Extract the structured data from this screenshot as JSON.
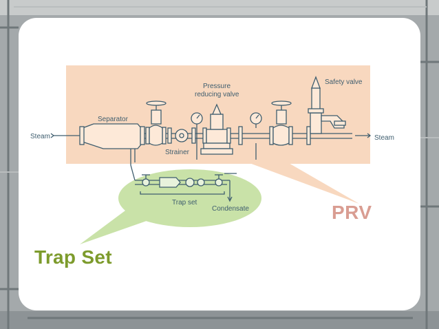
{
  "diagram": {
    "labels": {
      "steam_in": "Steam",
      "steam_out": "Steam",
      "separator": "Separator",
      "strainer": "Strainer",
      "prv_line1": "Pressure",
      "prv_line2": "reducing valve",
      "safety_valve": "Safety valve",
      "trap_set": "Trap set",
      "condensate": "Condensate"
    }
  },
  "callouts": {
    "prv": "PRV",
    "trap_set": "Trap Set"
  },
  "colors": {
    "prv_highlight": "#f8d8bf",
    "trap_highlight": "#c9e2a8",
    "prv_text": "#d99d92",
    "trap_text": "#7d9b2c",
    "line": "#3e5d6e"
  }
}
